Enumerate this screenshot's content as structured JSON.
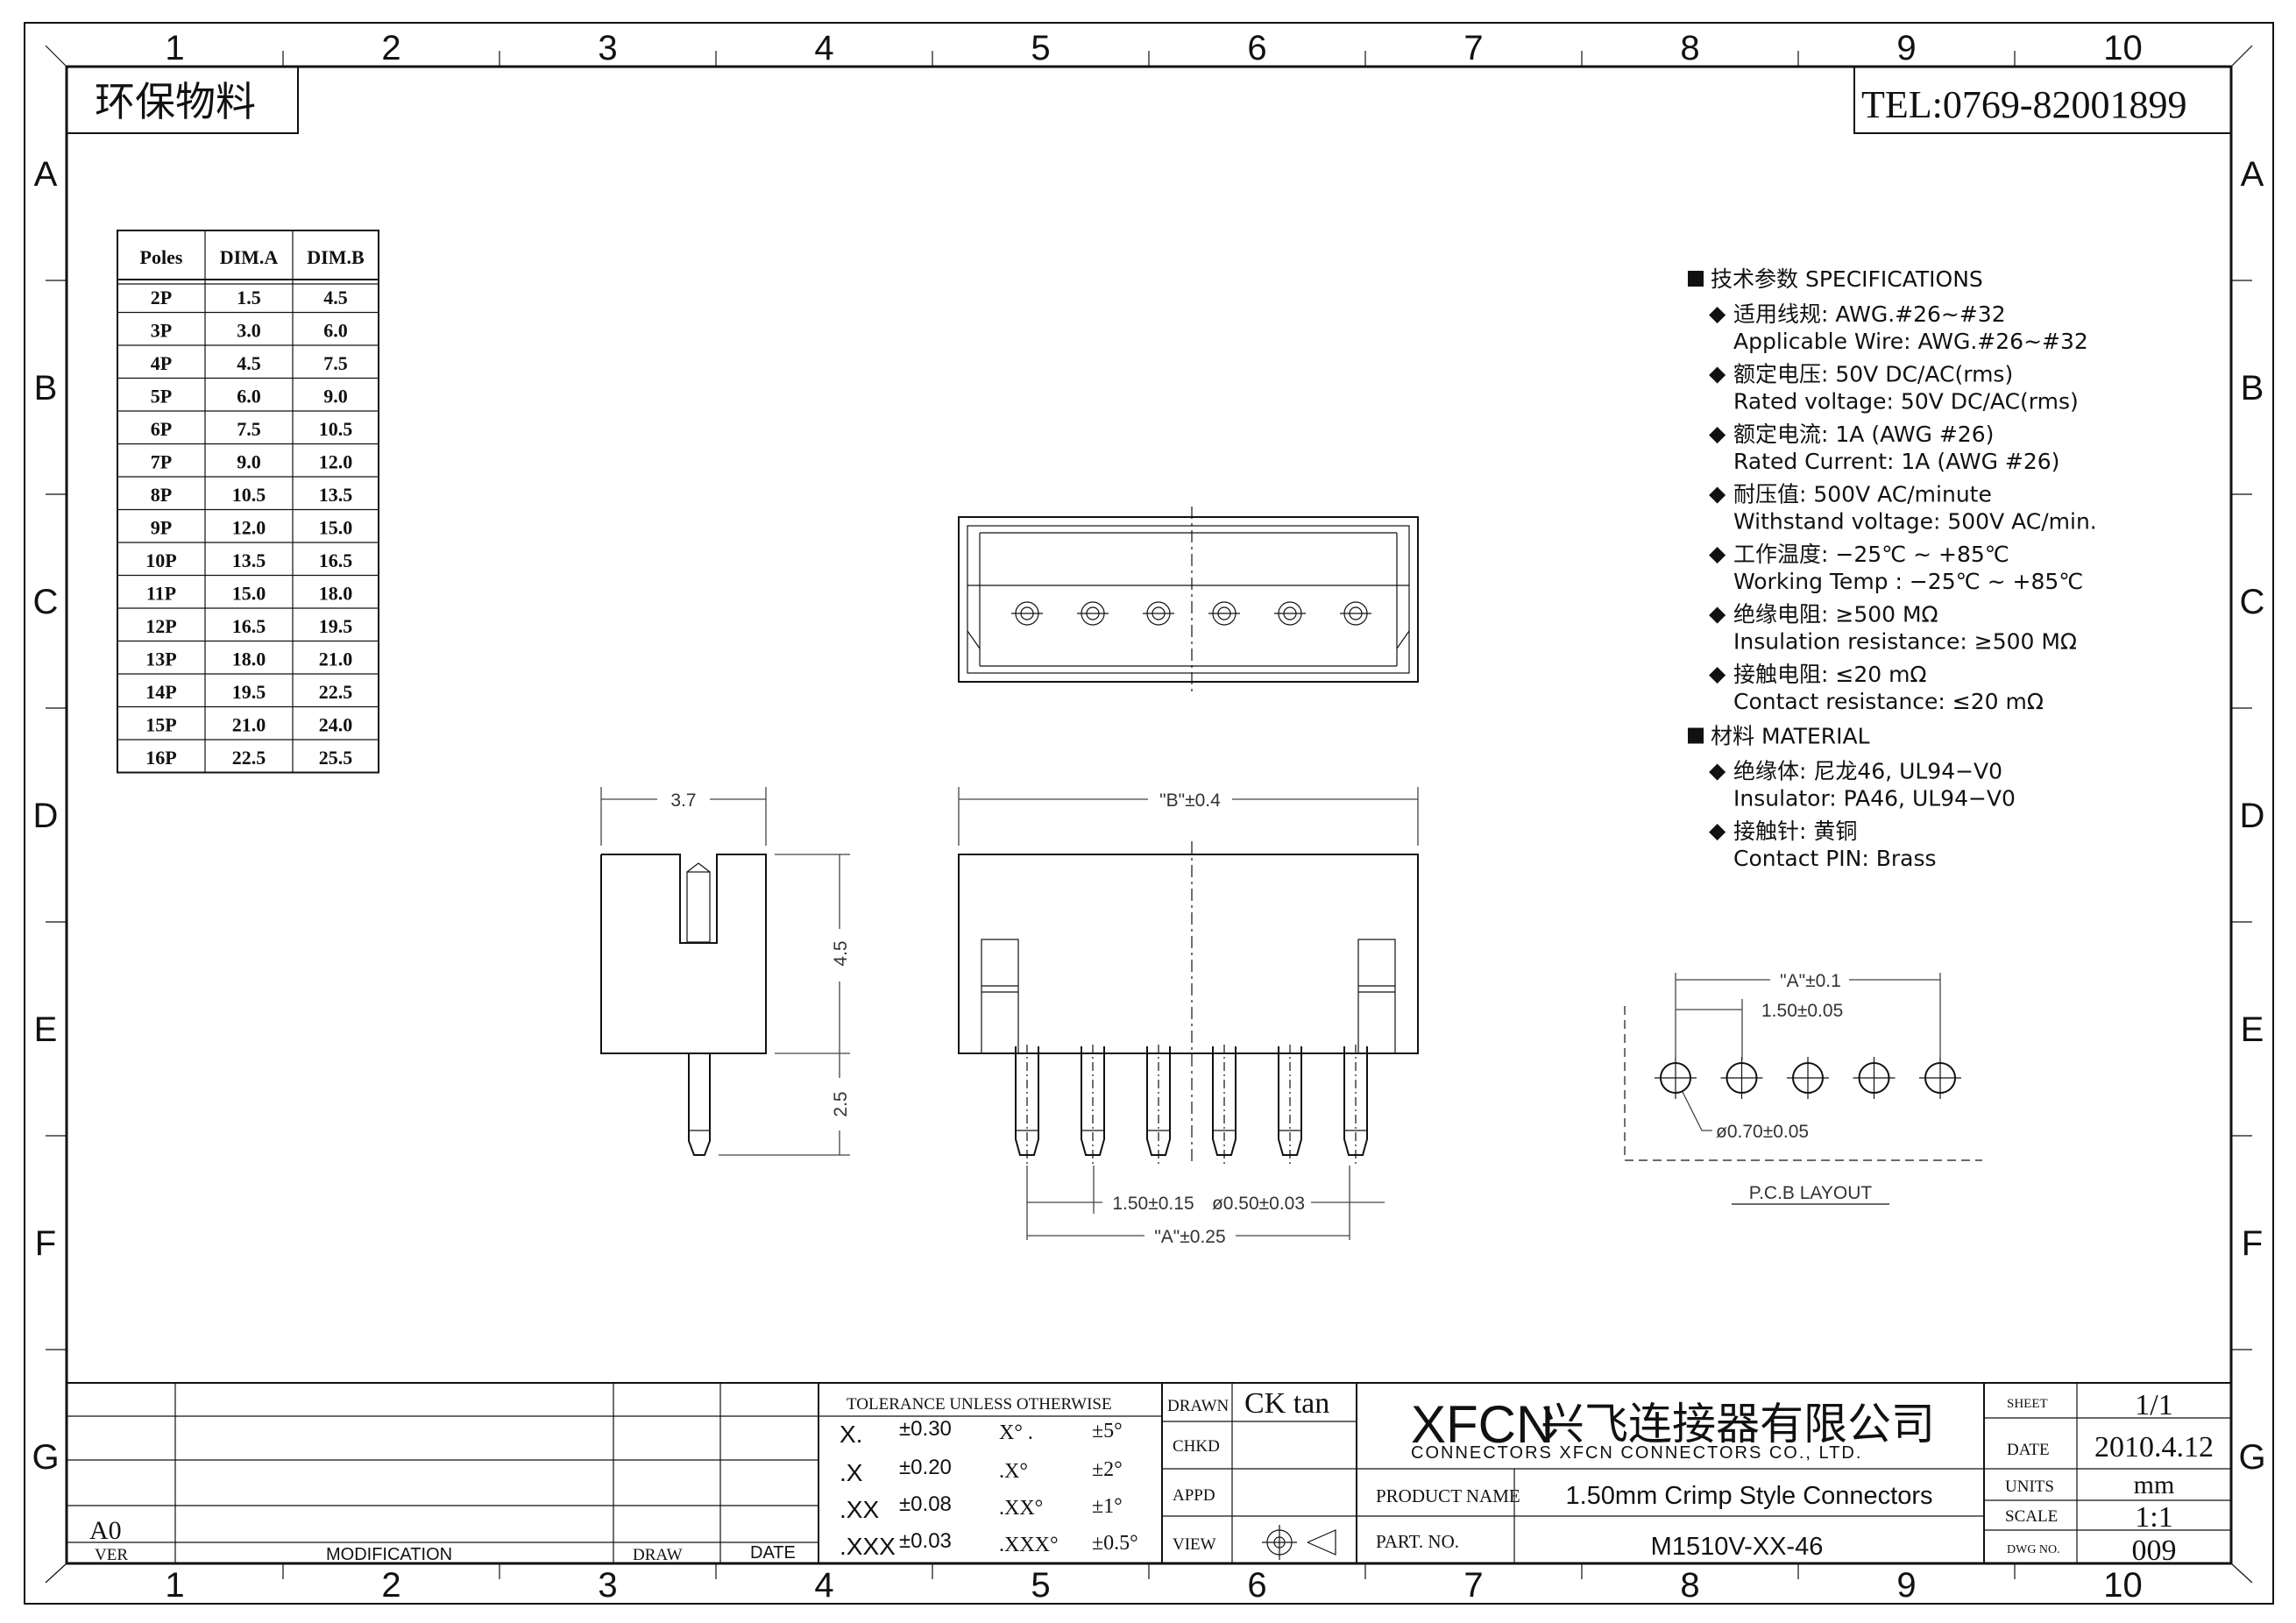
{
  "frame": {
    "columns": [
      "1",
      "2",
      "3",
      "4",
      "5",
      "6",
      "7",
      "8",
      "9",
      "10"
    ],
    "rows": [
      "A",
      "B",
      "C",
      "D",
      "E",
      "F",
      "G"
    ]
  },
  "header": {
    "eco_label": "环保物料",
    "tel": "TEL:0769-82001899"
  },
  "dim_table": {
    "headers": [
      "Poles",
      "DIM.A",
      "DIM.B"
    ],
    "rows": [
      [
        "2P",
        "1.5",
        "4.5"
      ],
      [
        "3P",
        "3.0",
        "6.0"
      ],
      [
        "4P",
        "4.5",
        "7.5"
      ],
      [
        "5P",
        "6.0",
        "9.0"
      ],
      [
        "6P",
        "7.5",
        "10.5"
      ],
      [
        "7P",
        "9.0",
        "12.0"
      ],
      [
        "8P",
        "10.5",
        "13.5"
      ],
      [
        "9P",
        "12.0",
        "15.0"
      ],
      [
        "10P",
        "13.5",
        "16.5"
      ],
      [
        "11P",
        "15.0",
        "18.0"
      ],
      [
        "12P",
        "16.5",
        "19.5"
      ],
      [
        "13P",
        "18.0",
        "21.0"
      ],
      [
        "14P",
        "19.5",
        "22.5"
      ],
      [
        "15P",
        "21.0",
        "24.0"
      ],
      [
        "16P",
        "22.5",
        "25.5"
      ]
    ]
  },
  "specs": {
    "title": "技术参数    SPECIFICATIONS",
    "items": [
      {
        "zh": "适用线规:  AWG.#26~#32",
        "en": "Applicable Wire:  AWG.#26~#32"
      },
      {
        "zh": "额定电压:  50V DC/AC(rms)",
        "en": "Rated voltage:  50V DC/AC(rms)"
      },
      {
        "zh": "额定电流:  1A (AWG #26)",
        "en": "Rated Current:  1A (AWG #26)"
      },
      {
        "zh": "耐压值:  500V AC/minute",
        "en": "Withstand voltage:  500V AC/min."
      },
      {
        "zh": "工作温度:  −25℃ ~ +85℃",
        "en": "Working Temp :  −25℃ ~ +85℃"
      },
      {
        "zh": "绝缘电阻:    ≥500 MΩ",
        "en": "Insulation resistance:  ≥500 MΩ"
      },
      {
        "zh": "接触电阻:   ≤20 mΩ",
        "en": "Contact resistance:  ≤20 mΩ"
      }
    ],
    "material_title": "材料    MATERIAL",
    "material_items": [
      {
        "zh": "绝缘体:  尼龙46, UL94−V0",
        "en": "Insulator:  PA46, UL94−V0"
      },
      {
        "zh": "接触针:  黄铜",
        "en": "Contact PIN:  Brass"
      }
    ]
  },
  "dimensions": {
    "side_width": "3.7",
    "side_height": "4.5",
    "pin_length": "2.5",
    "body_width": "\"B\"±0.4",
    "pin_pitch": "1.50±0.15",
    "pin_dia": "ø0.50±0.03",
    "pin_span": "\"A\"±0.25",
    "pcb_span": "\"A\"±0.1",
    "pcb_pitch": "1.50±0.05",
    "pcb_hole": "ø0.70±0.05",
    "pcb_title": "P.C.B LAYOUT"
  },
  "title_block": {
    "ver_label": "VER",
    "ver_value": "A0",
    "modification_label": "MODIFICATION",
    "draw_label": "DRAW",
    "date_label": "DATE",
    "tolerance_title": "TOLERANCE UNLESS OTHERWISE",
    "tolerances": [
      {
        "lin": "X.",
        "lin_tol": "±0.30",
        "ang": "X°  .",
        "ang_tol": "±5°"
      },
      {
        "lin": ".X",
        "lin_tol": "±0.20",
        "ang": ".X°",
        "ang_tol": "±2°"
      },
      {
        "lin": ".XX",
        "lin_tol": "±0.08",
        "ang": ".XX°",
        "ang_tol": "±1°"
      },
      {
        "lin": ".XXX",
        "lin_tol": "±0.03",
        "ang": ".XXX°",
        "ang_tol": "±0.5°"
      }
    ],
    "drawn_label": "DRAWN",
    "drawn_value": "CK tan",
    "chkd_label": "CHKD",
    "appd_label": "APPD",
    "view_label": "VIEW",
    "company_en_short": "XFCN",
    "company_zh": "兴飞连接器有限公司",
    "company_en": "CONNECTORS XFCN CONNECTORS CO., LTD.",
    "product_name_label": "PRODUCT NAME",
    "product_name": "1.50mm Crimp Style Connectors",
    "part_no_label": "PART. NO.",
    "part_no": "M1510V-XX-46",
    "sheet_label": "SHEET",
    "sheet_value": "1/1",
    "date_label2": "DATE",
    "date_value": "2010.4.12",
    "units_label": "UNITS",
    "units_value": "mm",
    "scale_label": "SCALE",
    "scale_value": "1:1",
    "dwg_label": "DWG NO.",
    "dwg_value": "009"
  }
}
